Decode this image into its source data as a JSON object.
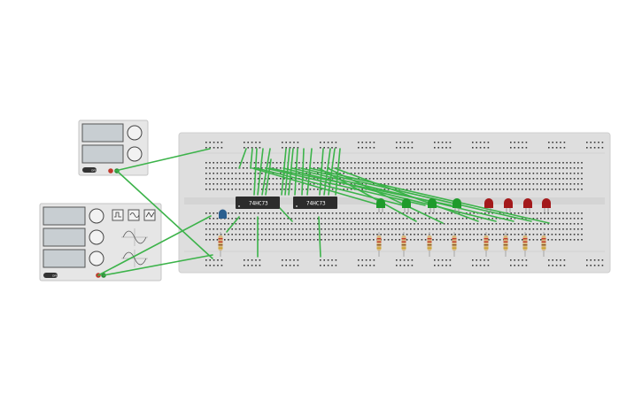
{
  "chips": [
    {
      "label": "74HC73"
    },
    {
      "label": "74HC73"
    }
  ],
  "power_supply": {
    "off_label": "OFF"
  },
  "function_generator": {
    "off_label": "OFF"
  },
  "colors": {
    "breadboard": "#dedede",
    "wire": "#3cb34a",
    "led_green": "#1f9b2b",
    "led_red": "#a3191b",
    "led_blue": "#2b5f8f",
    "chip": "#2c2c2c",
    "display": "#c8ced2",
    "instrument_body": "#e6e6e6"
  },
  "icons": [
    "square-wave-icon",
    "sine-wave-icon",
    "triangle-wave-icon"
  ]
}
